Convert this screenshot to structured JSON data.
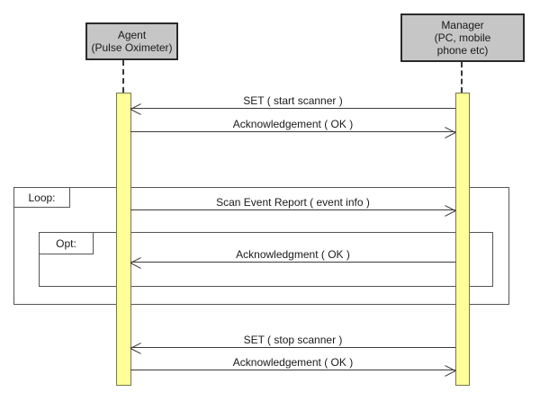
{
  "actors": [
    {
      "id": "agent",
      "line1": "Agent",
      "line2": "(Pulse Oximeter)"
    },
    {
      "id": "manager",
      "line1": "Manager",
      "line2": "(PC, mobile",
      "line3": "phone etc)"
    }
  ],
  "frames": [
    {
      "label": "Loop:"
    },
    {
      "label": "Opt:"
    }
  ],
  "messages": [
    {
      "label": "SET ( start scanner )",
      "from": "manager",
      "to": "agent",
      "direction": "left"
    },
    {
      "label": "Acknowledgement ( OK )",
      "from": "agent",
      "to": "manager",
      "direction": "right"
    },
    {
      "label": "Scan Event Report ( event info )",
      "from": "agent",
      "to": "manager",
      "direction": "right",
      "frame": "Loop:"
    },
    {
      "label": "Acknowledgment ( OK )",
      "from": "manager",
      "to": "agent",
      "direction": "left",
      "frame": "Opt:"
    },
    {
      "label": "SET ( stop scanner )",
      "from": "manager",
      "to": "agent",
      "direction": "left"
    },
    {
      "label": "Acknowledgement ( OK )",
      "from": "agent",
      "to": "manager",
      "direction": "right"
    }
  ],
  "colors": {
    "actor_fill": "#c6c6c6",
    "actor_border": "#2a2a2a",
    "activation_fill": "#ffff99",
    "activation_border": "#77774d",
    "frame_border": "#555555",
    "arrow": "#3a3a3a",
    "background": "#ffffff",
    "text": "#1a1a1a"
  }
}
